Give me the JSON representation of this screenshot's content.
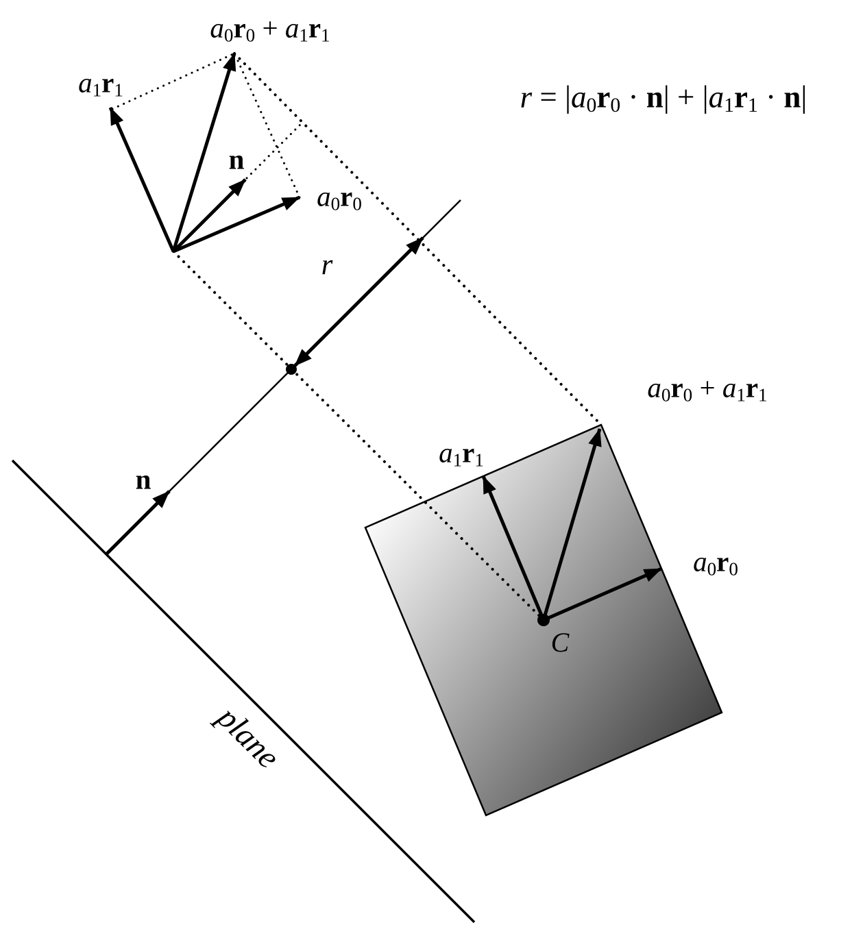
{
  "colors": {
    "ink": "#000000",
    "box_gradient_light": "#fbfbfb",
    "box_gradient_dark": "#454545"
  },
  "labels": {
    "sum": {
      "parts": [
        {
          "t": "a",
          "k": "v"
        },
        {
          "t": "0",
          "k": "s"
        },
        {
          "t": "r",
          "k": "b"
        },
        {
          "t": "0",
          "k": "s"
        },
        {
          "t": " + ",
          "k": "o"
        },
        {
          "t": "a",
          "k": "v"
        },
        {
          "t": "1",
          "k": "s"
        },
        {
          "t": "r",
          "k": "b"
        },
        {
          "t": "1",
          "k": "s"
        }
      ]
    },
    "a0r0": {
      "parts": [
        {
          "t": "a",
          "k": "v"
        },
        {
          "t": "0",
          "k": "s"
        },
        {
          "t": "r",
          "k": "b"
        },
        {
          "t": "0",
          "k": "s"
        }
      ]
    },
    "a1r1": {
      "parts": [
        {
          "t": "a",
          "k": "v"
        },
        {
          "t": "1",
          "k": "s"
        },
        {
          "t": "r",
          "k": "b"
        },
        {
          "t": "1",
          "k": "s"
        }
      ]
    },
    "n": {
      "parts": [
        {
          "t": "n",
          "k": "b"
        }
      ]
    },
    "r": {
      "parts": [
        {
          "t": "r",
          "k": "v"
        }
      ]
    },
    "c": {
      "parts": [
        {
          "t": "C",
          "k": "v"
        }
      ]
    },
    "plane": {
      "parts": [
        {
          "t": "plane",
          "k": "v"
        }
      ]
    },
    "equation": {
      "parts": [
        {
          "t": "r",
          "k": "v"
        },
        {
          "t": " = |",
          "k": "o"
        },
        {
          "t": "a",
          "k": "v"
        },
        {
          "t": "0",
          "k": "s"
        },
        {
          "t": "r",
          "k": "b"
        },
        {
          "t": "0",
          "k": "s"
        },
        {
          "t": " · ",
          "k": "o"
        },
        {
          "t": "n",
          "k": "b"
        },
        {
          "t": "| + |",
          "k": "o"
        },
        {
          "t": "a",
          "k": "v"
        },
        {
          "t": "1",
          "k": "s"
        },
        {
          "t": "r",
          "k": "b"
        },
        {
          "t": "1",
          "k": "s"
        },
        {
          "t": " · ",
          "k": "o"
        },
        {
          "t": "n",
          "k": "b"
        },
        {
          "t": "|",
          "k": "o"
        }
      ]
    }
  }
}
